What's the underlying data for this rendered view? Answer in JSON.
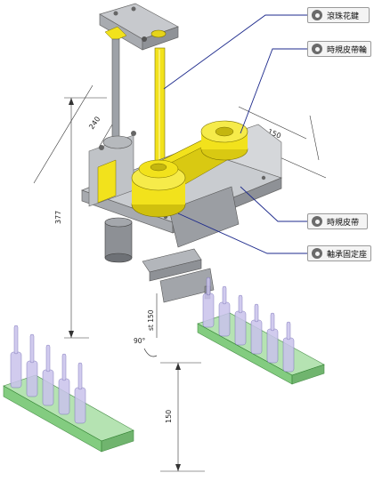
{
  "callouts": {
    "ball_spline": "滾珠花鍵",
    "timing_pulley": "時規皮帶輪",
    "timing_belt": "時規皮帶",
    "bearing_seat": "軸承固定座"
  },
  "dimensions": {
    "d240": "240",
    "d150_top": "150",
    "d377": "377",
    "stroke": "st 150",
    "rotation": "90°",
    "d150_bottom": "150"
  },
  "colors": {
    "belt_yellow": "#f2e21c",
    "frame_gray": "#b9bcc0",
    "bottle_purple": "#c9c3ec",
    "tray_green": "#7fd07a",
    "leader_blue": "#1d2a8c"
  },
  "icons": {
    "callout_icon": "gear-icon"
  }
}
